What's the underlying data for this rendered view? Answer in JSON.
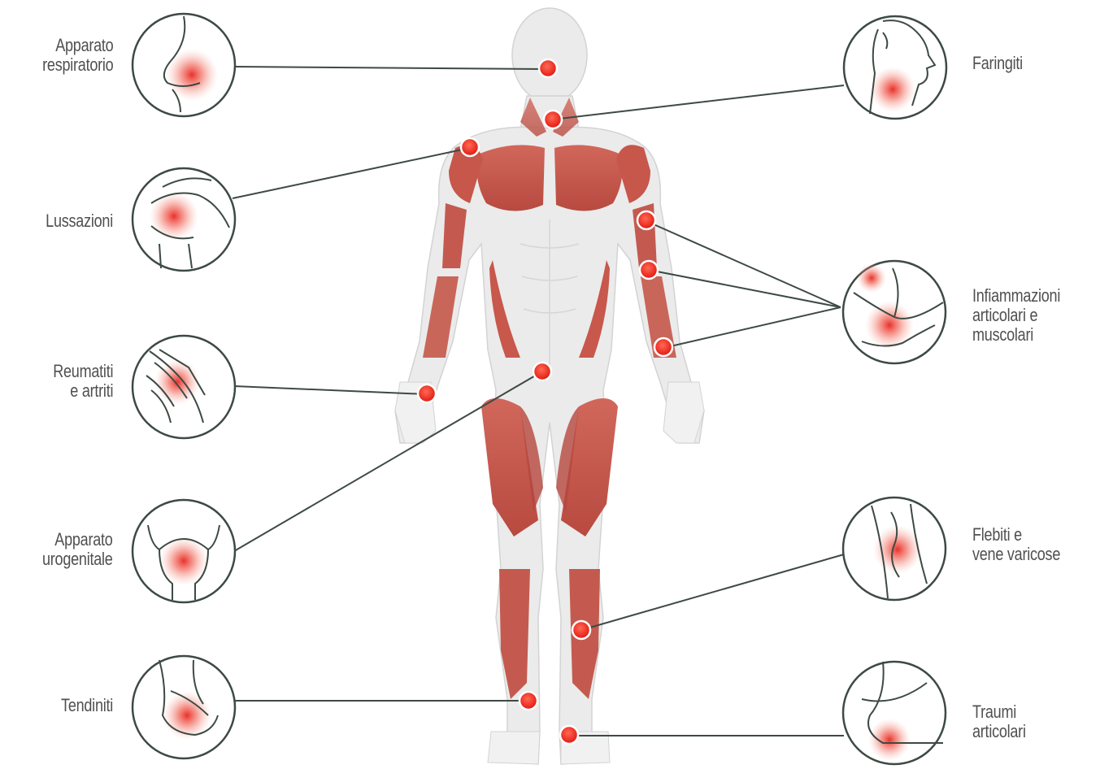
{
  "colors": {
    "line": "#3d4a44",
    "marker": "#e8251f",
    "muscle": "#c8574c",
    "skin": "#e9e9e9",
    "label_text": "#505050"
  },
  "callouts": [
    {
      "id": "respiratorio",
      "label": "Apparato\nrespiratorio",
      "icon": "nose-icon"
    },
    {
      "id": "lussazioni",
      "label": "Lussazioni",
      "icon": "shoulder-icon"
    },
    {
      "id": "reumatiti",
      "label": "Reumatiti\ne artriti",
      "icon": "hand-icon"
    },
    {
      "id": "urogenitale",
      "label": "Apparato\nurogenitale",
      "icon": "bladder-icon"
    },
    {
      "id": "tendiniti",
      "label": "Tendiniti",
      "icon": "ankle-icon"
    },
    {
      "id": "faringiti",
      "label": "Faringiti",
      "icon": "throat-icon"
    },
    {
      "id": "infiammazioni",
      "label": "Infiammazioni\narticolari e\nmuscolari",
      "icon": "elbow-icon"
    },
    {
      "id": "flebiti",
      "label": "Flebiti e\nvene varicose",
      "icon": "leg-veins-icon"
    },
    {
      "id": "traumi",
      "label": "Traumi\narticolari",
      "icon": "heel-icon"
    }
  ]
}
